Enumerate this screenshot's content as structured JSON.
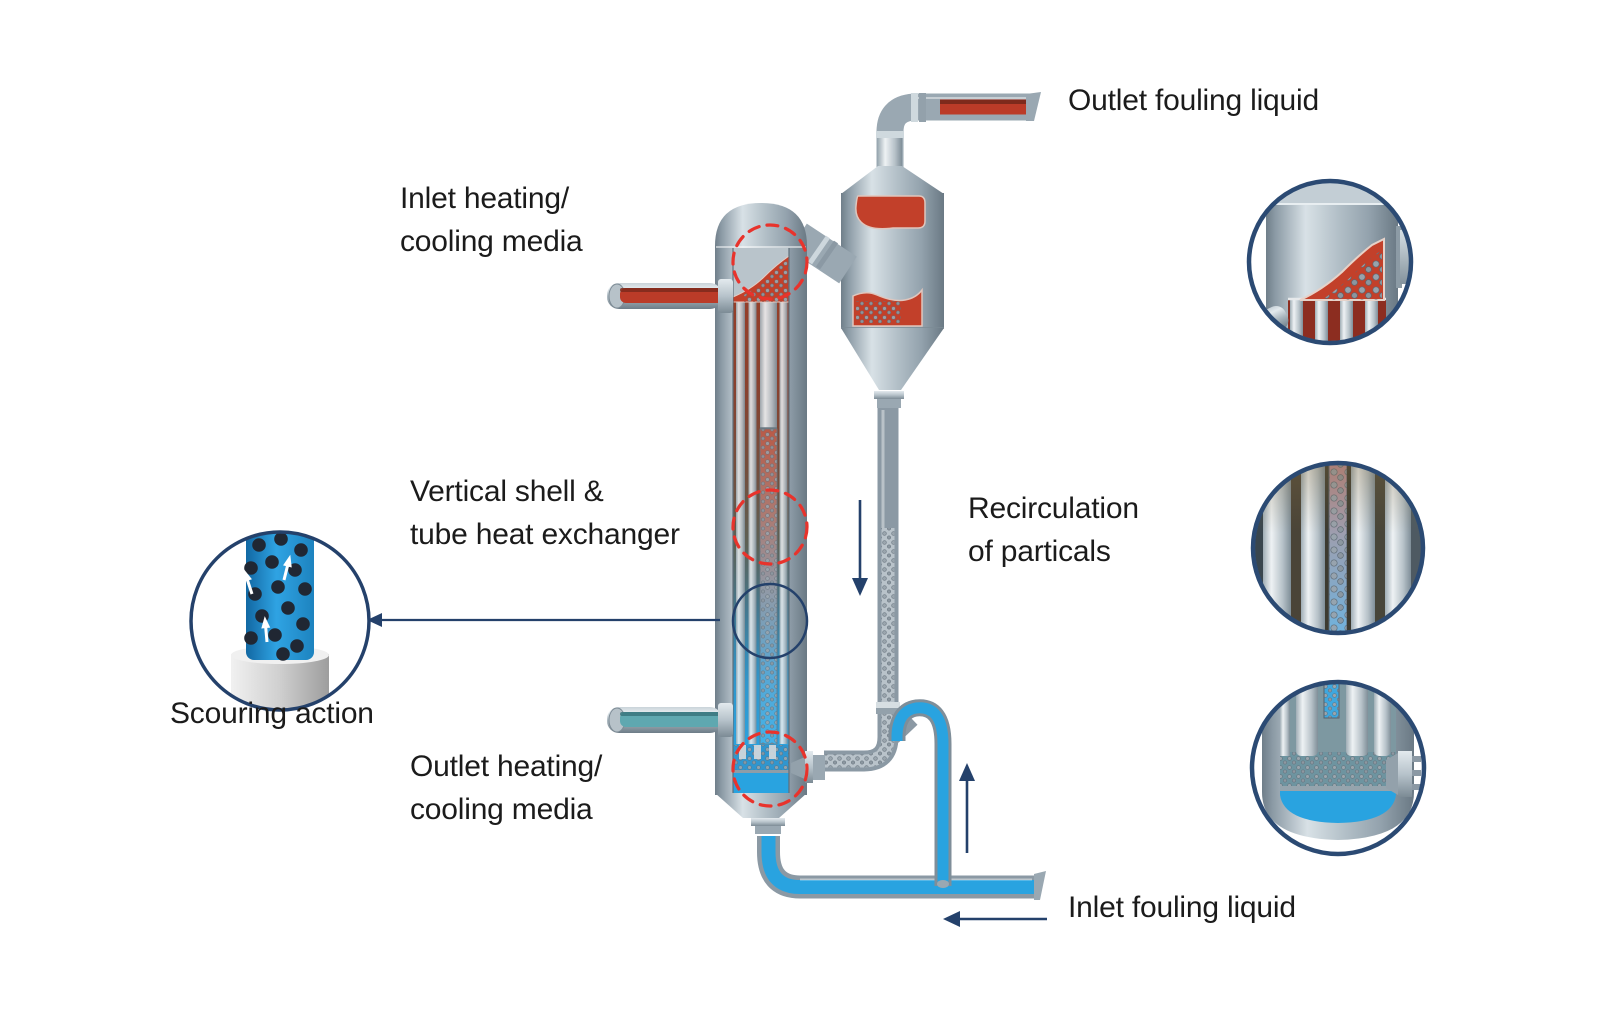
{
  "figure": {
    "type": "technical-diagram",
    "subject": "Self-cleaning fluidized bed shell and tube heat exchanger with particle recirculation"
  },
  "labels": {
    "outlet_fouling_liquid": "Outlet fouling liquid",
    "inlet_heating_cooling_media": [
      "Inlet heating/",
      "cooling media"
    ],
    "vertical_shell_tube": [
      "Vertical shell &",
      "tube heat exchanger"
    ],
    "recirculation_of_particals": [
      "Recirculation",
      "of particals"
    ],
    "scouring_action": "Scouring action",
    "outlet_heating_cooling_media": [
      "Outlet heating/",
      "cooling media"
    ],
    "inlet_fouling_liquid": "Inlet fouling liquid"
  },
  "colors": {
    "hot_fouling_liquid_red": "#c2402a",
    "cold_fouling_liquid_blue": "#29a3e0",
    "heating_media_teal": "#5fa8b0",
    "metal_gray": "#aebbc4",
    "annotation_navy": "#24416b",
    "detail_ring_navy": "#2b4a73",
    "highlight_dashed_red": "#e8332c",
    "particle_gray": "#97a2ab",
    "scouring_particle_dark": "#202733"
  },
  "annotations": {
    "dashed_circles": [
      {
        "name": "top-head-detail"
      },
      {
        "name": "tube-bundle-detail"
      },
      {
        "name": "bottom-head-detail"
      }
    ],
    "solid_circle": {
      "name": "scouring-zone-detail"
    },
    "arrows": [
      {
        "name": "particle-downflow-arrow",
        "direction": "down"
      },
      {
        "name": "inlet-riser-arrow",
        "direction": "up"
      },
      {
        "name": "inlet-flow-arrow",
        "direction": "left"
      },
      {
        "name": "scouring-leader-arrow",
        "direction": "left"
      }
    ]
  }
}
